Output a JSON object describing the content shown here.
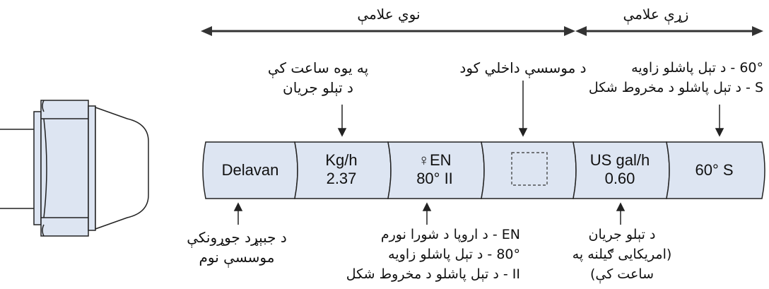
{
  "header": {
    "top_label": "نوي علامې",
    "bottom_label": "زړې علامې"
  },
  "segments": [
    {
      "lines": [
        "Delavan"
      ]
    },
    {
      "lines": [
        "Kg/h",
        "2.37"
      ]
    },
    {
      "lines": [
        "♀EN",
        "80°  II"
      ]
    },
    {
      "lines": []
    },
    {
      "lines": [
        "US gal/h",
        "0.60"
      ]
    },
    {
      "lines": [
        "60°  S"
      ]
    }
  ],
  "annotations": {
    "hourly_flow": [
      "په یوه ساعت کې",
      "د تېلو جریان"
    ],
    "internal_code": [
      "د موسسې داخلي کود"
    ],
    "angle_cone": [
      "60° - د تېل پاشلو زاویه",
      "S - د تېل پاشلو د مخروط شکل"
    ],
    "maker_name": [
      "د جبېړد جوړونکې",
      "موسسې نوم"
    ],
    "en_standard": [
      "EN - د اروپا د شورا نورم",
      "80° - د تېل پاشلو زاویه",
      "II - د تېل پاشلو د مخروط شکل"
    ],
    "us_flow": [
      "د تېلو جریان",
      "(امریکایی ګیلنه په",
      "ساعت کې)"
    ]
  },
  "colors": {
    "segment_fill": "#dde5f2",
    "stroke": "#222222"
  }
}
